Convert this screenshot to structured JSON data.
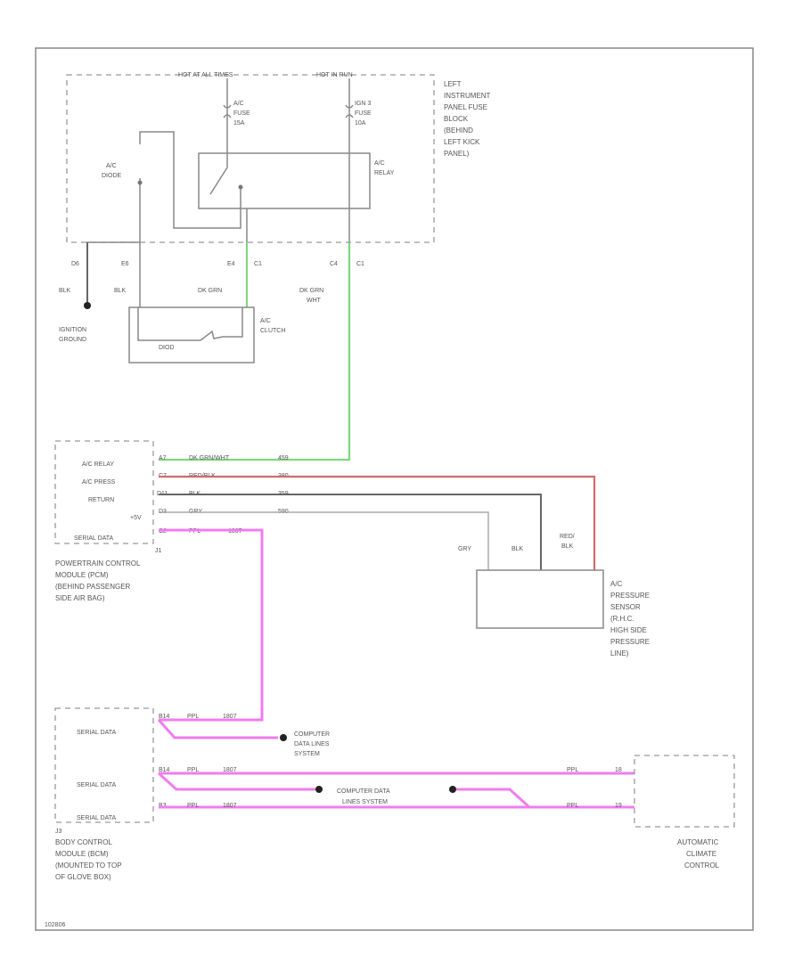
{
  "diagram": {
    "fuse_block": {
      "hot_all_label": "HOT AT ALL TIMES",
      "hot_run_label": "HOT IN RUN",
      "location": [
        "LEFT",
        "INSTRUMENT",
        "PANEL FUSE",
        "BLOCK",
        "(BEHIND",
        "LEFT KICK",
        "PANEL)"
      ],
      "ac_fuse": [
        "A/C",
        "FUSE",
        "15A"
      ],
      "ign_fuse": [
        "IGN 3",
        "FUSE",
        "10A"
      ],
      "ac_diode": [
        "A/C",
        "DIODE"
      ],
      "ac_relay": [
        "A/C",
        "RELAY"
      ],
      "pins": [
        "D6",
        "E6",
        "E4",
        "C1",
        "C4",
        "C1"
      ]
    },
    "ignition_ground": [
      "IGNITION",
      "GROUND"
    ],
    "ac_clutch": [
      "A/C",
      "CLUTCH"
    ],
    "diode_label": "DIOD",
    "wires_top": {
      "blk1": "BLK",
      "blk2": "BLK",
      "dk_grn": "DK GRN",
      "dk_grn_wht": [
        "DK GRN",
        "WHT"
      ]
    },
    "pcm": {
      "rows": [
        "A/C RELAY",
        "A/C PRESS",
        "RETURN",
        "+5V",
        "SERIAL DATA"
      ],
      "pins": [
        "A7",
        "C7",
        "D11",
        "D3",
        "C2"
      ],
      "wires": [
        "DK GRN/WHT",
        "RED/BLK",
        "BLK",
        "GRY",
        "PPL"
      ],
      "circuits": [
        "459",
        "380",
        "359",
        "590",
        "1807"
      ],
      "connector": "J1",
      "name": [
        "POWERTRAIN CONTROL",
        "MODULE (PCM)",
        "(BEHIND PASSENGER",
        "SIDE AIR BAG)"
      ]
    },
    "pressure_sensor": {
      "wire_gry": "GRY",
      "wire_blk": "BLK",
      "wire_redblk": [
        "RED/",
        "BLK"
      ],
      "name": [
        "A/C",
        "PRESSURE",
        "SENSOR",
        "(R.H.C.",
        "HIGH SIDE",
        "PRESSURE",
        "LINE)"
      ]
    },
    "bcm": {
      "rows": [
        "SERIAL DATA",
        "SERIAL DATA",
        "SERIAL DATA"
      ],
      "pins": [
        "B14",
        "B14",
        "B3"
      ],
      "wire": "PPL",
      "circuit": "1807",
      "connector": "J3",
      "name": [
        "BODY CONTROL",
        "MODULE (BCM)",
        "(MOUNTED TO TOP",
        "OF GLOVE BOX)"
      ]
    },
    "computer_data_1": [
      "COMPUTER",
      "DATA LINES",
      "SYSTEM"
    ],
    "computer_data_2": [
      "COMPUTER DATA",
      "LINES SYSTEM"
    ],
    "climate": {
      "name": [
        "AUTOMATIC",
        "CLIMATE",
        "CONTROL"
      ],
      "pins": [
        "18",
        "19"
      ],
      "wire": "PPL"
    },
    "footer_code": "102806"
  },
  "colors": {
    "green": "#7ed87e",
    "red": "#d46a6a",
    "purple": "#f07cf0",
    "black": "#666666",
    "gray": "#aaaaaa"
  }
}
